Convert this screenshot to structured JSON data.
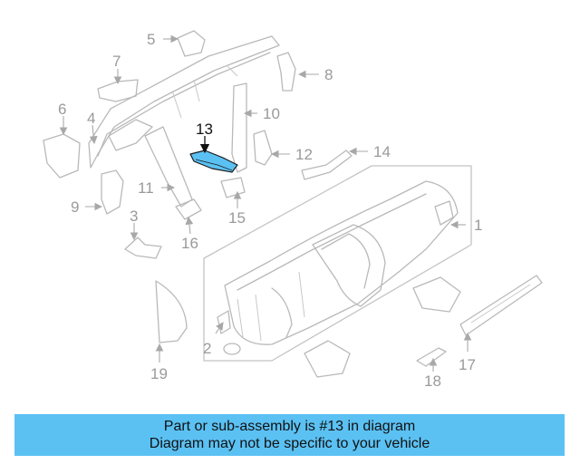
{
  "callouts": [
    "1",
    "2",
    "3",
    "4",
    "5",
    "6",
    "7",
    "8",
    "9",
    "10",
    "11",
    "12",
    "13",
    "14",
    "15",
    "16",
    "17",
    "18",
    "19"
  ],
  "highlighted_part": "13",
  "highlight_color": "#5bc1f3",
  "banner": {
    "line1": "Part or sub-assembly is #13 in diagram",
    "line2": "Diagram may not be specific to your vehicle"
  }
}
